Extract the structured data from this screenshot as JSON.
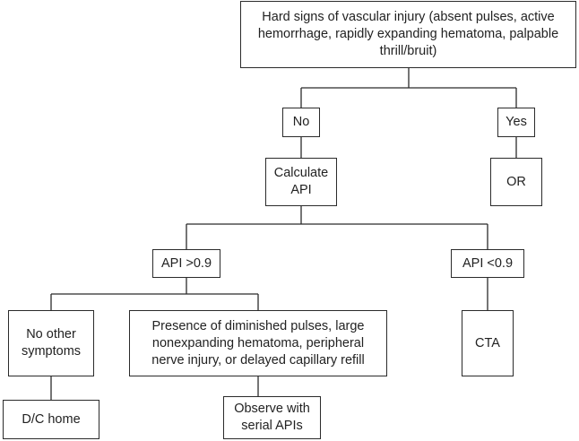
{
  "flowchart": {
    "root": "Hard signs of vascular injury (absent pulses, active hemorrhage, rapidly expanding hematoma, palpable thrill/bruit)",
    "no": "No",
    "yes": "Yes",
    "calculate_api": "Calculate API",
    "or": "OR",
    "api_high": "API >0.9",
    "api_low": "API <0.9",
    "no_other_symptoms": "No other symptoms",
    "presence": "Presence of diminished pulses, large nonexpanding hematoma, peripheral nerve injury, or delayed capillary refill",
    "cta": "CTA",
    "dc_home": "D/C home",
    "observe": "Observe with serial APIs"
  }
}
